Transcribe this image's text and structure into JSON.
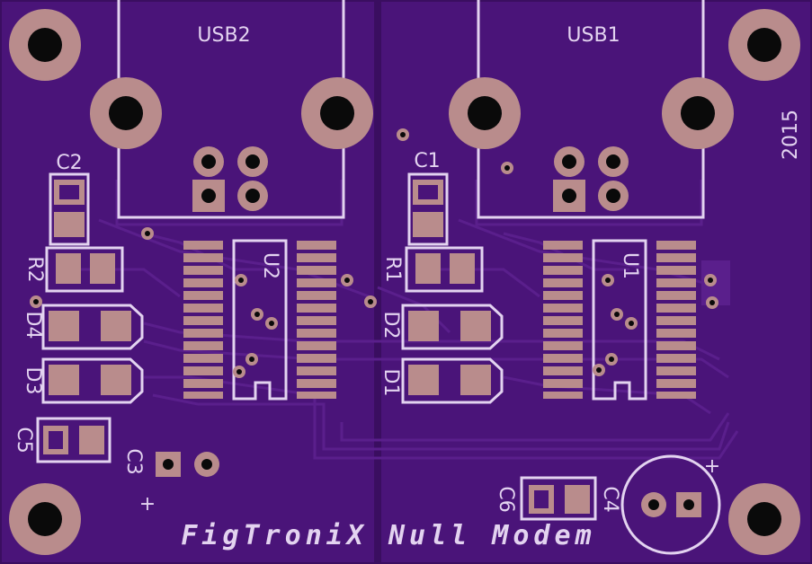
{
  "board": {
    "title": "FigTroniX Null Modem",
    "year": "2015",
    "plus_marks": [
      "+",
      "+"
    ]
  },
  "connectors": {
    "usb2": "USB2",
    "usb1": "USB1"
  },
  "components": {
    "c1": "C1",
    "c2": "C2",
    "c3": "C3",
    "c4": "C4",
    "c5": "C5",
    "c6": "C6",
    "r1": "R1",
    "r2": "R2",
    "d1": "D1",
    "d2": "D2",
    "d3": "D3",
    "d4": "D4",
    "u1": "U1",
    "u2": "U2"
  },
  "colors": {
    "board": "#4a1479",
    "trace": "#5a1f8c",
    "silk": "#e3d3f0",
    "copper": "#b98c8c",
    "hole": "#0a0a0a"
  }
}
